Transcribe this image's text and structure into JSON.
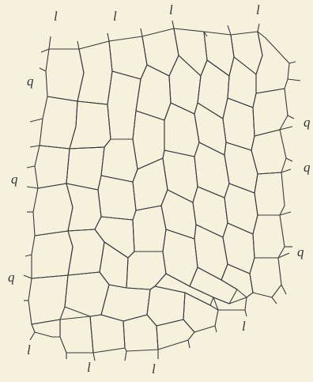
{
  "figure": {
    "background": "#f6f1dc",
    "line_color": "#3a3a3a",
    "labels": {
      "l_top_1": "l",
      "l_top_2": "l",
      "l_top_3": "l",
      "l_top_4": "l",
      "q_left_1": "q",
      "q_left_2": "q",
      "q_left_3": "q",
      "q_right_1": "q",
      "q_right_2": "q",
      "q_right_3": "q",
      "l_bottom_1": "l",
      "l_bottom_2": "l",
      "l_bottom_3": "l",
      "l_bottom_4": "l"
    }
  }
}
